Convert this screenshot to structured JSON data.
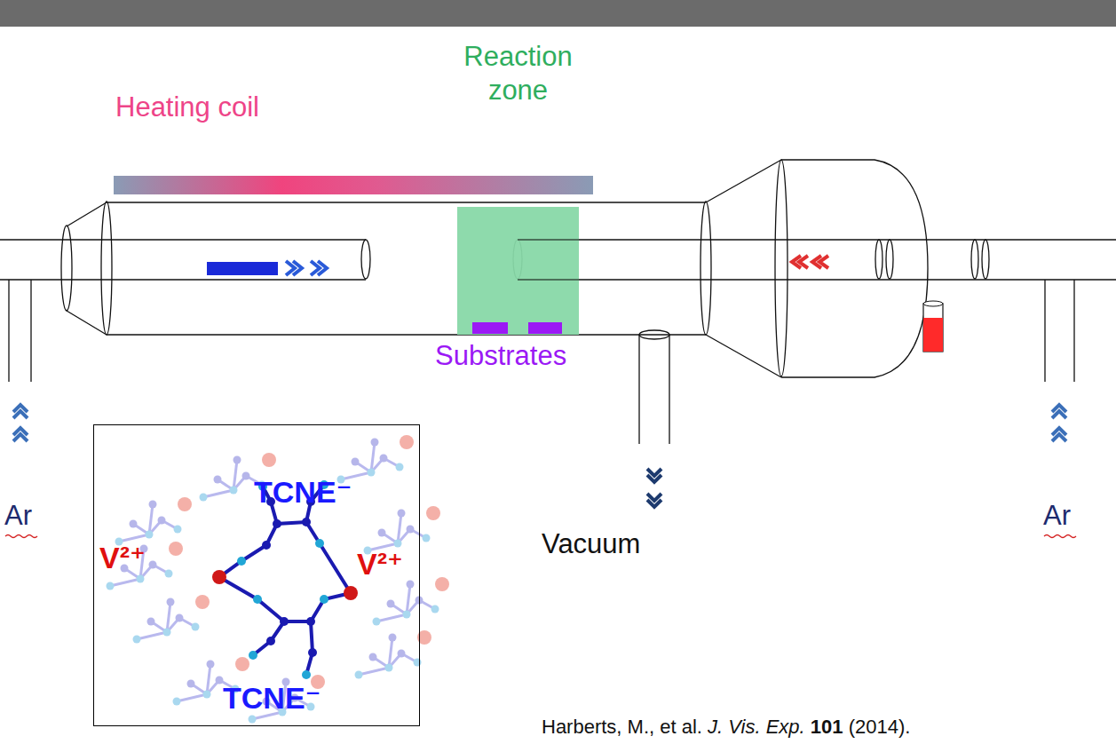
{
  "diagram": {
    "nodes": [
      {
        "text": [
          "Reaction zone"
        ]
      },
      {
        "text": [
          "TCNE⁻",
          "V²⁺",
          "V²⁺",
          "TCNE⁻"
        ]
      }
    ],
    "labels": [
      "Heating coil",
      "Substrates",
      "Ar",
      "Vacuum",
      "Ar",
      "Harberts, M., et al.",
      "J. Vis. Exp.",
      "101",
      "(2014)."
    ]
  }
}
